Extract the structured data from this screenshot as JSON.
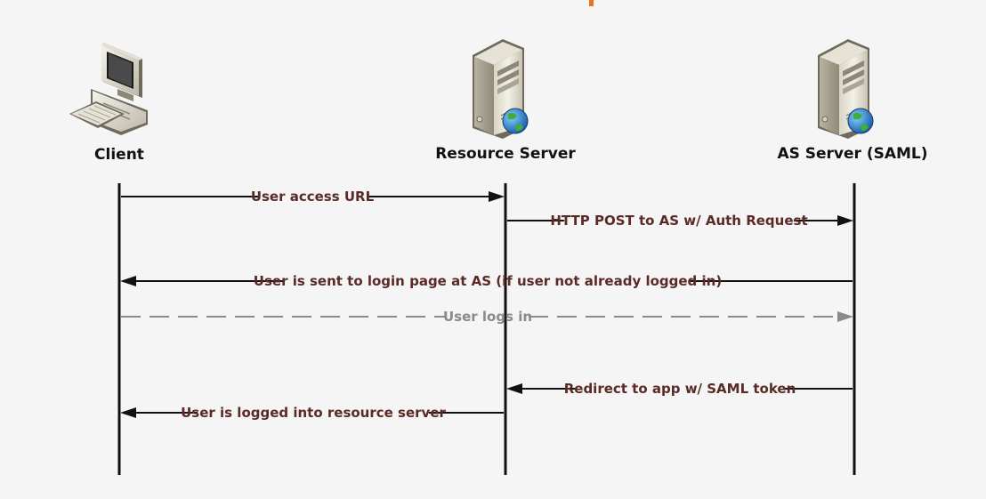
{
  "diagram": {
    "type": "sequence",
    "accent_color": "#e8741e",
    "actors": [
      {
        "id": "client",
        "label": "Client",
        "icon": "desktop-computer-icon"
      },
      {
        "id": "resource",
        "label": "Resource Server",
        "icon": "web-server-icon"
      },
      {
        "id": "as",
        "label": "AS Server (SAML)",
        "icon": "web-server-icon"
      }
    ],
    "messages": [
      {
        "label": "User access URL",
        "from": "client",
        "to": "resource",
        "style": "solid"
      },
      {
        "label": "HTTP POST to AS w/ Auth Request",
        "from": "resource",
        "to": "as",
        "style": "solid"
      },
      {
        "label": "User is sent to login page at AS (if user not already logged in)",
        "from": "as",
        "to": "client",
        "style": "solid"
      },
      {
        "label": "User logs in",
        "from": "client",
        "to": "as",
        "style": "dashed"
      },
      {
        "label": "Redirect to app w/ SAML token",
        "from": "as",
        "to": "resource",
        "style": "solid"
      },
      {
        "label": "User is logged into resource server",
        "from": "resource",
        "to": "client",
        "style": "solid"
      }
    ],
    "colors": {
      "line": "#111111",
      "dashed_line": "#8a8a8a",
      "message_text": "#5b2a26",
      "dashed_text": "#8a8a8a"
    }
  }
}
